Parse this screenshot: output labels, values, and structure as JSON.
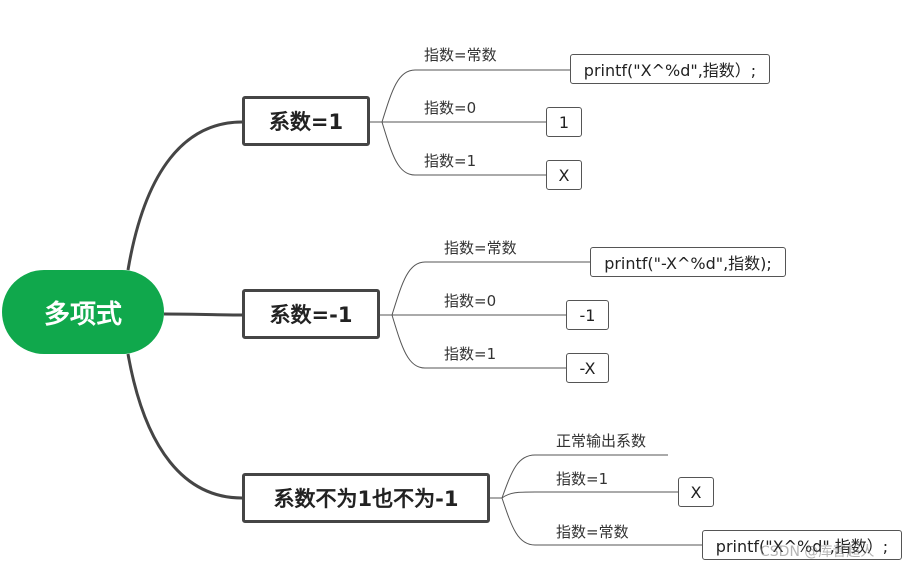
{
  "root": {
    "label": "多项式"
  },
  "branches": [
    {
      "label": "系数=1",
      "children": [
        {
          "label": "指数=常数",
          "value": "printf(\"X^%d\",指数）;"
        },
        {
          "label": "指数=0",
          "value": "1"
        },
        {
          "label": "指数=1",
          "value": "X"
        }
      ]
    },
    {
      "label": "系数=-1",
      "children": [
        {
          "label": "指数=常数",
          "value": "printf(\"-X^%d\",指数);"
        },
        {
          "label": "指数=0",
          "value": "-1"
        },
        {
          "label": "指数=1",
          "value": "-X"
        }
      ]
    },
    {
      "label": "系数不为1也不为-1",
      "children": [
        {
          "label": "正常输出系数"
        },
        {
          "label": "指数=1",
          "value": "X"
        },
        {
          "label": "指数=常数",
          "value": "printf(\"X^%d\",指数）;"
        }
      ]
    }
  ],
  "watermark": "CSDN @库昔超人",
  "colors": {
    "root_fill": "#10a84c",
    "line": "#454545",
    "thin_line": "#555555"
  }
}
